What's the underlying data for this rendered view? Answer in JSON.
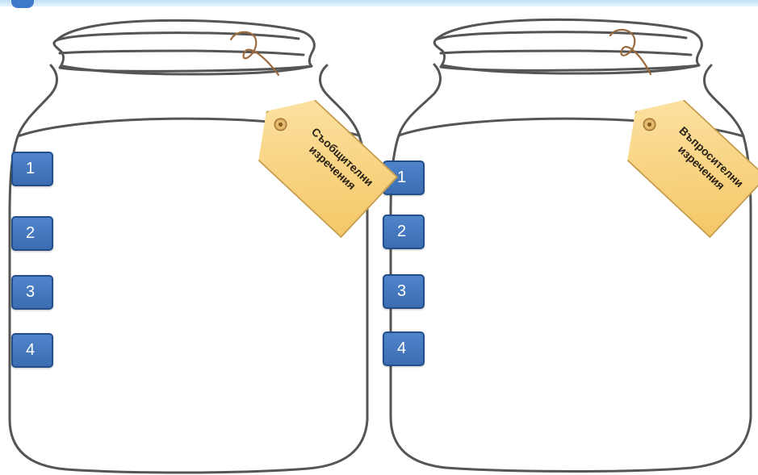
{
  "jars": [
    {
      "tag": {
        "line1": "Съобщителни",
        "line2": "изречения"
      },
      "numbers": [
        "1",
        "2",
        "3",
        "4"
      ]
    },
    {
      "tag": {
        "line1": "Въпросителни",
        "line2": "изречения"
      },
      "numbers": [
        "1",
        "2",
        "3",
        "4"
      ]
    }
  ],
  "colors": {
    "number_badge": "#3f73ba",
    "tag_fill": "#f7d27a",
    "outline": "#4a4a4a",
    "string": "#9b6a3f"
  }
}
